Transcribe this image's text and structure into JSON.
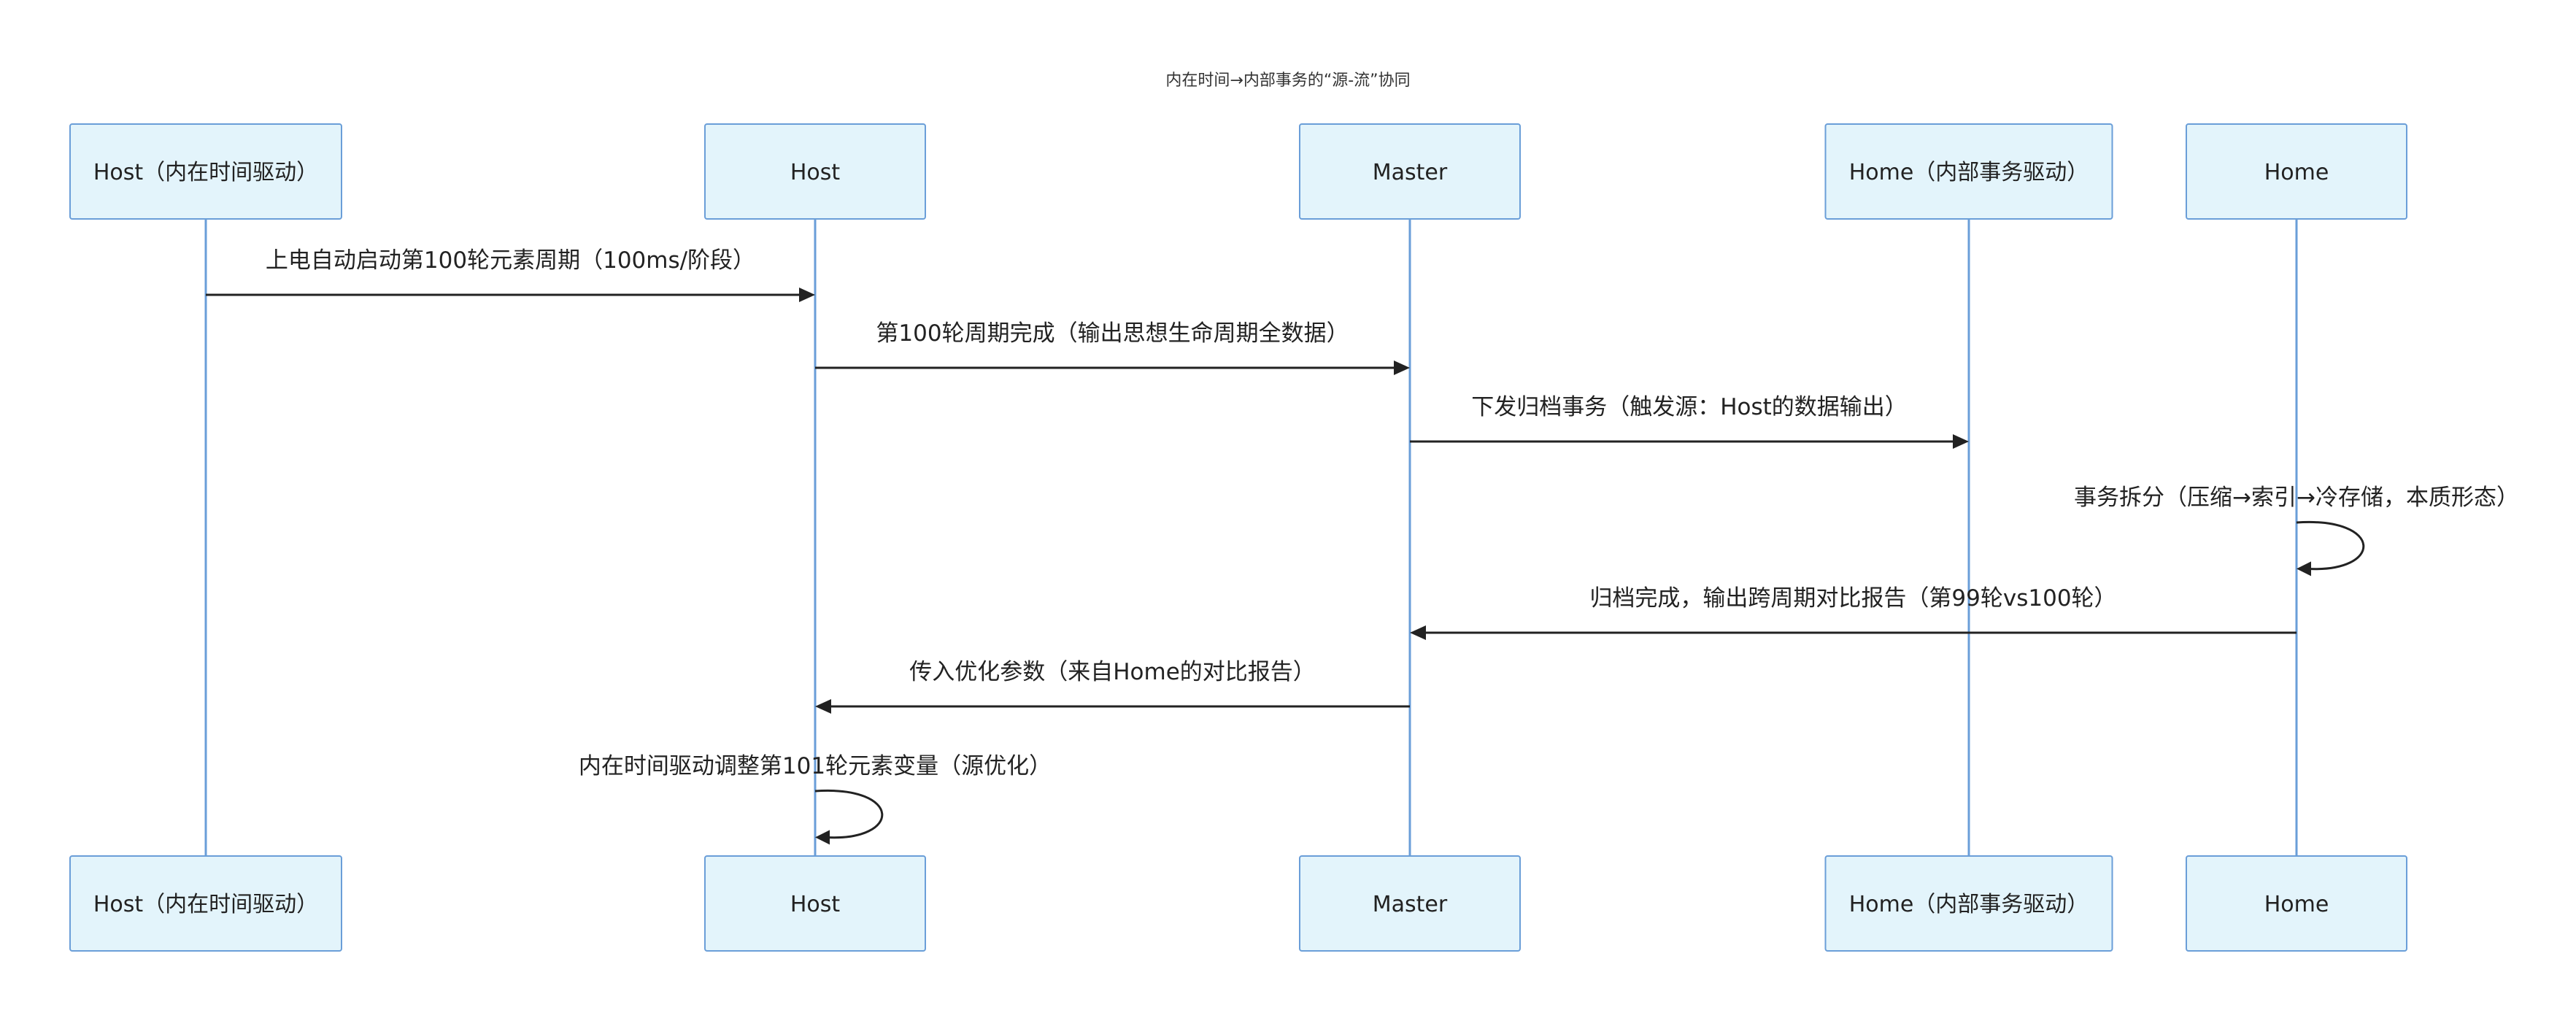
{
  "diagram": {
    "title": "内在时间→内部事务的“源-流”协同",
    "actors": [
      {
        "id": "host_time",
        "label": "Host（内在时间驱动）"
      },
      {
        "id": "host",
        "label": "Host"
      },
      {
        "id": "master",
        "label": "Master"
      },
      {
        "id": "home_tx",
        "label": "Home（内部事务驱动）"
      },
      {
        "id": "home",
        "label": "Home"
      }
    ],
    "messages": [
      {
        "from": "host_time",
        "to": "host",
        "label": "上电自动启动第100轮元素周期（100ms/阶段）"
      },
      {
        "from": "host",
        "to": "master",
        "label": "第100轮周期完成（输出思想生命周期全数据）"
      },
      {
        "from": "master",
        "to": "home_tx",
        "label": "下发归档事务（触发源：Host的数据输出）"
      },
      {
        "from": "home",
        "to": "home",
        "label": "事务拆分（压缩→索引→冷存储，本质形态）"
      },
      {
        "from": "home",
        "to": "master",
        "label": "归档完成，输出跨周期对比报告（第99轮vs100轮）"
      },
      {
        "from": "master",
        "to": "host",
        "label": "传入优化参数（来自Home的对比报告）"
      },
      {
        "from": "host",
        "to": "host",
        "label": "内在时间驱动调整第101轮元素变量（源优化）"
      }
    ],
    "colors": {
      "actor_fill": "#e3f4fb",
      "actor_border": "#6a9ed8",
      "lifeline": "#6a9ed8",
      "message": "#222222"
    }
  }
}
